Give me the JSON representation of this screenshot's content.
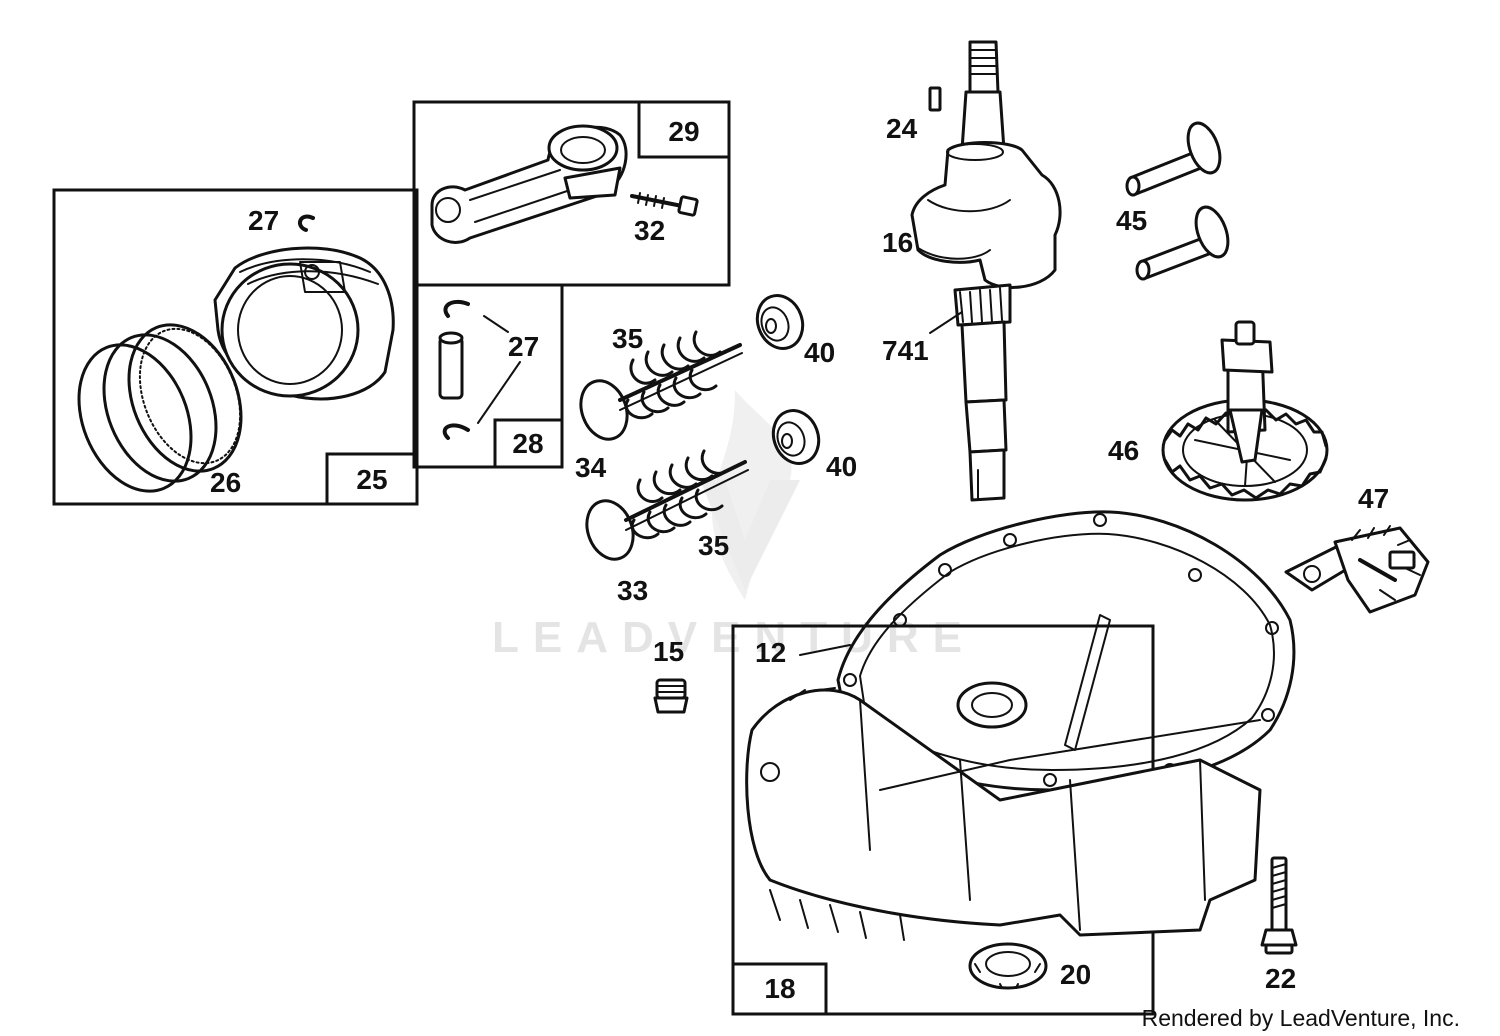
{
  "watermark": {
    "text": "LEADVENTURE"
  },
  "credit": "Rendered by LeadVenture, Inc.",
  "boxes": [
    {
      "id": "25",
      "label": "25"
    },
    {
      "id": "28",
      "label": "28"
    },
    {
      "id": "29",
      "label": "29"
    },
    {
      "id": "18",
      "label": "18"
    }
  ],
  "callouts": {
    "p27a": "27",
    "p26": "26",
    "p32": "32",
    "p27b": "27",
    "p35a": "35",
    "p34": "34",
    "p35b": "35",
    "p33": "33",
    "p40a": "40",
    "p40b": "40",
    "p24": "24",
    "p16": "16",
    "p741": "741",
    "p45": "45",
    "p46": "46",
    "p47": "47",
    "p15": "15",
    "p12": "12",
    "p20": "20",
    "p22": "22"
  }
}
